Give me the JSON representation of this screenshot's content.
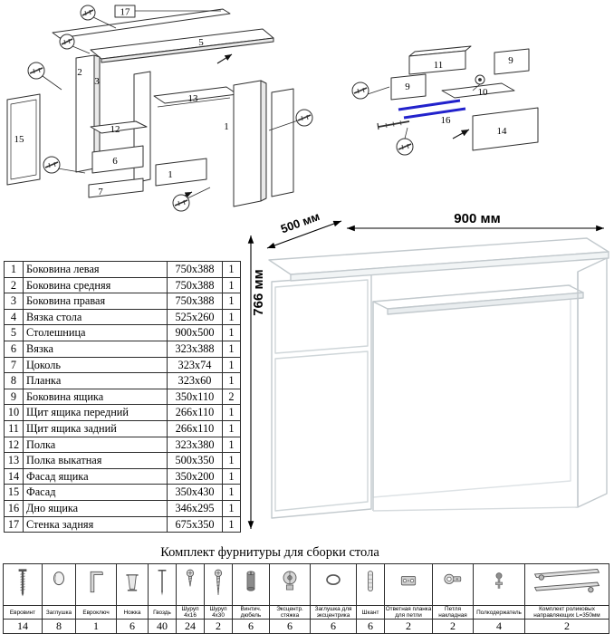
{
  "dimensions": {
    "width": "900 мм",
    "depth": "500 мм",
    "height": "766 мм"
  },
  "diagrams": {
    "left": [
      "17",
      "5",
      "2",
      "3",
      "13",
      "12",
      "6",
      "7",
      "15",
      "1",
      "1"
    ],
    "right": [
      "11",
      "9",
      "9",
      "10",
      "16",
      "14"
    ]
  },
  "parts_table": {
    "rows": [
      {
        "num": "1",
        "name": "Боковина левая",
        "size": "750x388",
        "qty": "1"
      },
      {
        "num": "2",
        "name": "Боковина средняя",
        "size": "750x388",
        "qty": "1"
      },
      {
        "num": "3",
        "name": "Боковина правая",
        "size": "750x388",
        "qty": "1"
      },
      {
        "num": "4",
        "name": "Вязка стола",
        "size": "525x260",
        "qty": "1"
      },
      {
        "num": "5",
        "name": "Столешница",
        "size": "900x500",
        "qty": "1"
      },
      {
        "num": "6",
        "name": "Вязка",
        "size": "323x388",
        "qty": "1"
      },
      {
        "num": "7",
        "name": "Цоколь",
        "size": "323x74",
        "qty": "1"
      },
      {
        "num": "8",
        "name": "Планка",
        "size": "323x60",
        "qty": "1"
      },
      {
        "num": "9",
        "name": "Боковина ящика",
        "size": "350x110",
        "qty": "2"
      },
      {
        "num": "10",
        "name": "Щит ящика передний",
        "size": "266x110",
        "qty": "1"
      },
      {
        "num": "11",
        "name": "Щит ящика задний",
        "size": "266x110",
        "qty": "1"
      },
      {
        "num": "12",
        "name": "Полка",
        "size": "323x380",
        "qty": "1"
      },
      {
        "num": "13",
        "name": "Полка выкатная",
        "size": "500x350",
        "qty": "1"
      },
      {
        "num": "14",
        "name": "Фасад ящика",
        "size": "350x200",
        "qty": "1"
      },
      {
        "num": "15",
        "name": "Фасад",
        "size": "350x430",
        "qty": "1"
      },
      {
        "num": "16",
        "name": "Дно ящика",
        "size": "346x295",
        "qty": "1"
      },
      {
        "num": "17",
        "name": "Стенка задняя",
        "size": "675x350",
        "qty": "1"
      }
    ]
  },
  "hardware": {
    "title": "Комплект фурнитуры для сборки стола",
    "items": [
      {
        "icon": "confirmat-screw-icon",
        "label": "Евровинт",
        "qty": "14"
      },
      {
        "icon": "plug-cap-icon",
        "label": "Заглушка",
        "qty": "8"
      },
      {
        "icon": "hex-key-icon",
        "label": "Евроключ",
        "qty": "1"
      },
      {
        "icon": "leg-icon",
        "label": "Ножка",
        "qty": "6"
      },
      {
        "icon": "nail-icon",
        "label": "Гвоздь",
        "qty": "40"
      },
      {
        "icon": "wood-screw-4x16-icon",
        "label": "Шуруп 4x16",
        "qty": "24"
      },
      {
        "icon": "wood-screw-4x30-icon",
        "label": "Шуруп 4x30",
        "qty": "2"
      },
      {
        "icon": "barrel-nut-icon",
        "label": "Винтич. дюбель",
        "qty": "6"
      },
      {
        "icon": "cam-lock-icon",
        "label": "Эксцентр. стяжка",
        "qty": "6"
      },
      {
        "icon": "cam-cap-icon",
        "label": "Заглушка для эксцентрика",
        "qty": "6"
      },
      {
        "icon": "dowel-icon",
        "label": "Шкант",
        "qty": "6"
      },
      {
        "icon": "hinge-plate-icon",
        "label": "Ответная планка для петли",
        "qty": "2"
      },
      {
        "icon": "hinge-icon",
        "label": "Петля накладная",
        "qty": "2"
      },
      {
        "icon": "shelf-pin-icon",
        "label": "Полкодержатель",
        "qty": "4"
      },
      {
        "icon": "roller-rails-icon",
        "label": "Комплект роликовых направляющих L=350мм",
        "qty": "2"
      }
    ]
  }
}
